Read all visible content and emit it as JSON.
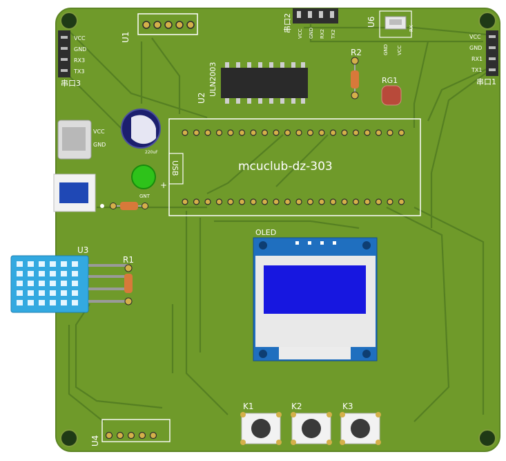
{
  "board": {
    "title": "mcuclub-dz-303",
    "colors": {
      "pcb": "#6f9a2a",
      "pcb_edge": "#5c8424",
      "trace": "#4e7a1f",
      "silk": "#ffffff",
      "pad": "#d4b04a",
      "oled_frame": "#1f6fbf",
      "oled_screen": "#1717e0",
      "sensor": "#33a9e0",
      "led": "#2ec21a"
    }
  },
  "silk": {
    "u1": "U1",
    "u2": "U2",
    "u2_part": "ULN2003",
    "u3": "U3",
    "u4": "U4",
    "u6": "U6",
    "r1": "R1",
    "r2": "R2",
    "rg1": "RG1",
    "usb": "USB",
    "oled": "OLED",
    "k1": "K1",
    "k2": "K2",
    "k3": "K3",
    "plus": "+",
    "serial1": "串口1",
    "serial2": "串口2",
    "serial3": "串口3",
    "power_vcc": "VCC",
    "power_gnd": "GND",
    "cap_label": "220uF",
    "led_label": "GNT"
  },
  "header_serial3": [
    "VCC",
    "GND",
    "RX3",
    "TX3"
  ],
  "header_serial1": [
    "VCC",
    "GND",
    "RX1",
    "TX1"
  ],
  "header_serial2": [
    "VCC",
    "GND",
    "RX2",
    "TX2"
  ],
  "header_u6": [
    "GND",
    "VCC",
    "RX"
  ]
}
